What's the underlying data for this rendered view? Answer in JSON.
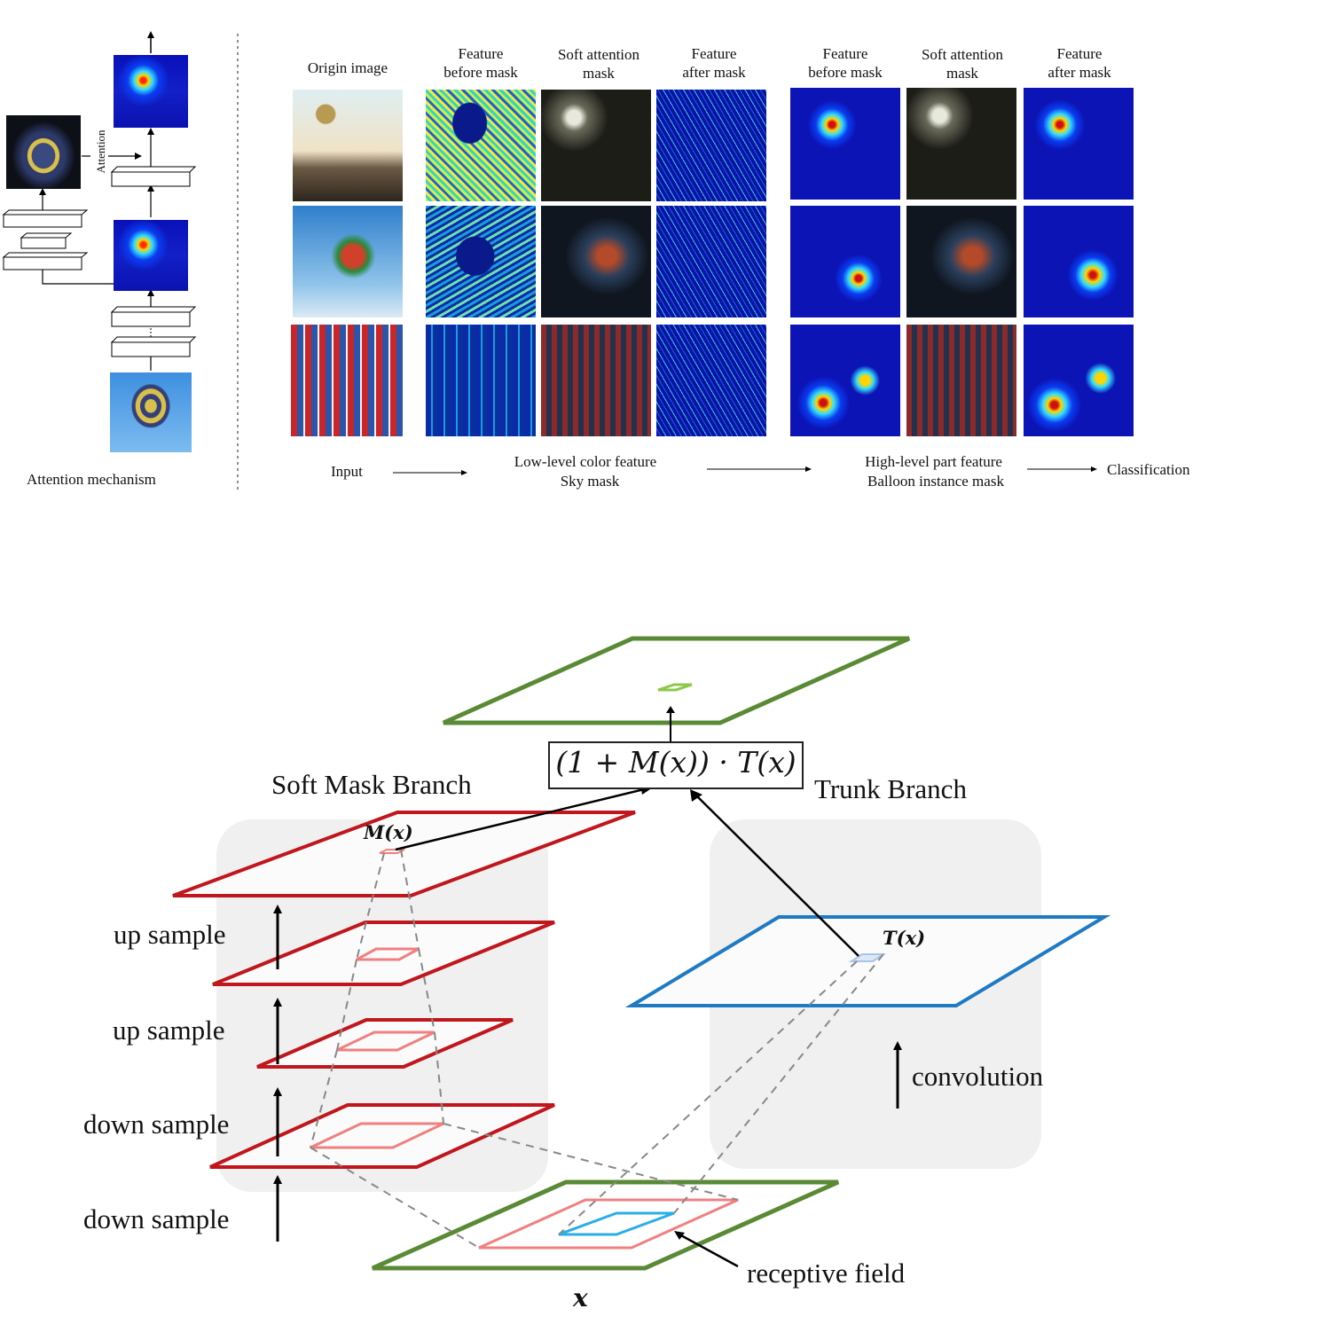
{
  "top_figure": {
    "left_panel": {
      "attention_label": "Attention",
      "caption": "Attention mechanism"
    },
    "column_headers": {
      "origin": "Origin image",
      "feature_before_mask": "Feature\nbefore mask",
      "soft_attention_mask": "Soft attention\nmask",
      "feature_after_mask": "Feature\nafter mask"
    },
    "bottom_labels": {
      "input": "Input",
      "low_level_line1": "Low-level color feature",
      "low_level_line2": "Sky mask",
      "high_level_line1": "High-level part feature",
      "high_level_line2": "Balloon instance mask",
      "classification": "Classification"
    }
  },
  "bottom_figure": {
    "formula": "(1 + M(x)) · T(x)",
    "soft_mask_branch": "Soft Mask Branch",
    "trunk_branch": "Trunk Branch",
    "mask_label": "M(x)",
    "trunk_label": "T(x)",
    "input_label": "x",
    "steps": [
      "up sample",
      "up sample",
      "down sample",
      "down sample"
    ],
    "convolution": "convolution",
    "receptive_field": "receptive field",
    "colors": {
      "soft_mask": "#c0161c",
      "trunk": "#1f7ac4",
      "input_output": "#5a8a35",
      "receptive": "#f08080",
      "panel": "#f0f0f0"
    }
  }
}
